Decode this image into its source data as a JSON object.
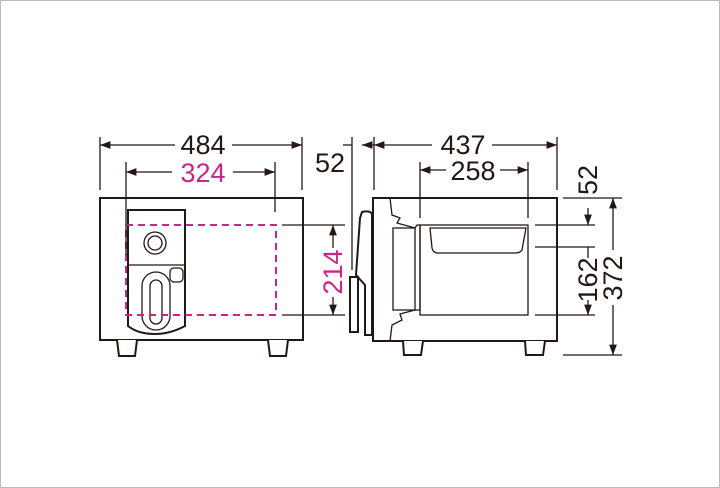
{
  "front_view": {
    "width_label": "484",
    "inner_width_label": "324",
    "inner_height_label": "214",
    "door_depth_label": "52"
  },
  "side_view": {
    "depth_label": "437",
    "inner_depth_label": "258",
    "top_offset_label": "52",
    "inner_height_label": "162",
    "height_label": "372"
  },
  "colors": {
    "line": "#231815",
    "inner_dimension": "#d0238a"
  }
}
